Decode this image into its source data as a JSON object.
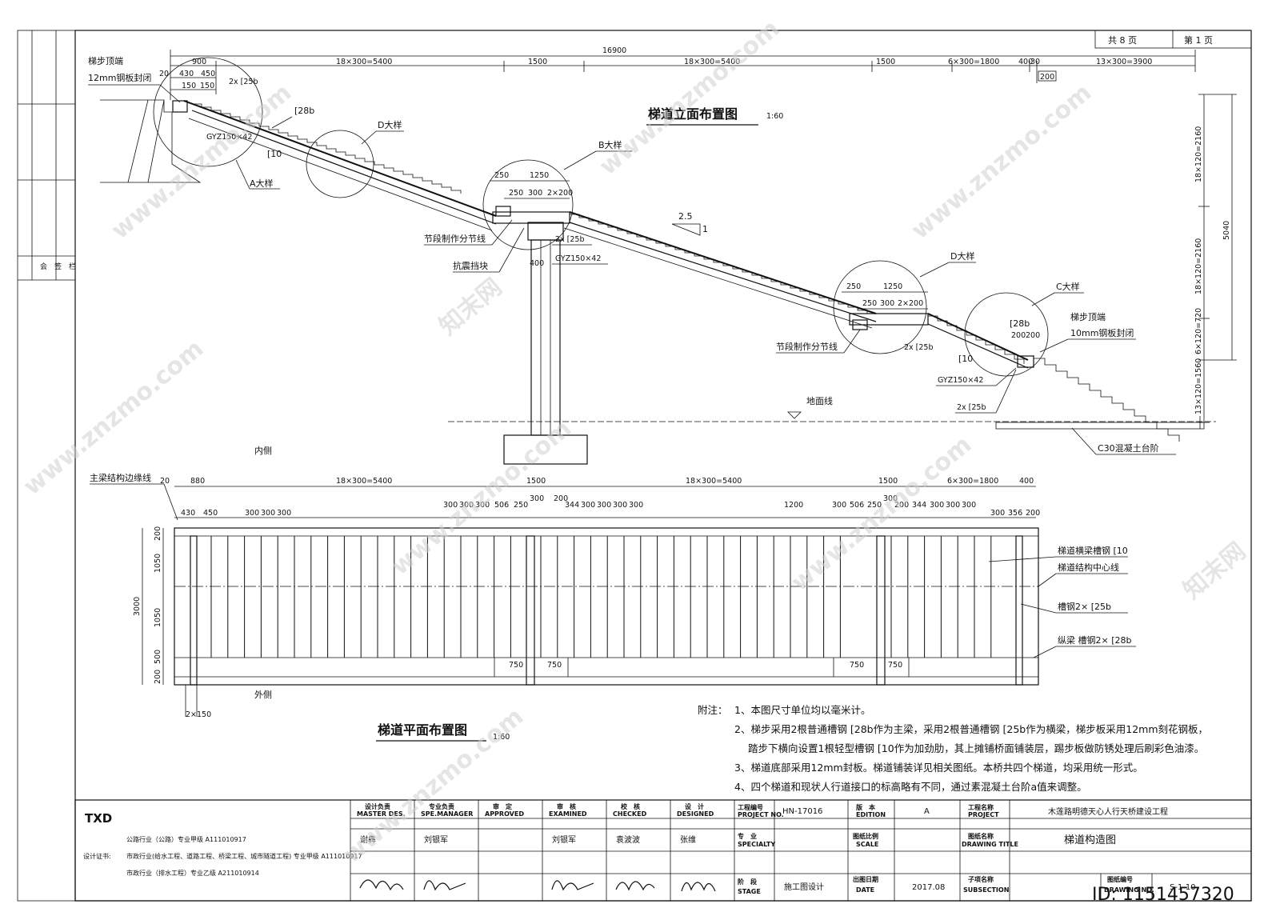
{
  "page": {
    "of_pages": "共 8 页",
    "page_no": "第 1 页"
  },
  "elevation": {
    "title": "梯道立面布置图",
    "scale": "1:60",
    "dim_total": "16900",
    "dim_top": [
      "900",
      "18×300=5400",
      "1500",
      "18×300=5400",
      "1500",
      "6×300=1800",
      "400",
      "30",
      "13×300=3900"
    ],
    "dim_small": [
      "20",
      "430",
      "450",
      "150",
      "150",
      "200"
    ],
    "left_top_note_1": "梯步顶端",
    "left_top_note_2": "12mm钢板封闭",
    "right_top_note_1": "梯步顶端",
    "right_top_note_2": "10mm钢板封闭",
    "ch_25b": "2x [25b",
    "ch_28b": "[28b",
    "ch_10": "[10",
    "bearing": "GYZ150×42",
    "detail_a": "A大样",
    "detail_b": "B大样",
    "detail_c": "C大样",
    "detail_d": "D大样",
    "joint": "节段制作分节线",
    "seismic": "抗震挡块",
    "b_dims": [
      "250",
      "1250",
      "250",
      "300",
      "2×200",
      "400"
    ],
    "d_dims": [
      "250",
      "1250",
      "250",
      "300",
      "2×200"
    ],
    "c_dims": [
      "200",
      "200"
    ],
    "slope_a": "2.5",
    "slope_b": "1",
    "ground": "地面线",
    "concrete": "C30混凝土台阶",
    "vdims": [
      "18×120=2160",
      "18×120=2160",
      "6×120=720",
      "5040",
      "13×120=1560"
    ]
  },
  "plan": {
    "title": "梯道平面布置图",
    "scale": "1:60",
    "inner": "内侧",
    "outer": "外侧",
    "edge_label": "主梁结构边缘线",
    "dims_row1": [
      "20",
      "880",
      "18×300=5400",
      "1500",
      "18×300=5400",
      "1500",
      "6×300=1800",
      "400"
    ],
    "dims_row2": [
      "430",
      "450",
      "300",
      "300",
      "300",
      "300",
      "300",
      "300",
      "506",
      "250",
      "300",
      "200",
      "344",
      "300",
      "300",
      "300",
      "300",
      "1200",
      "300",
      "506",
      "250",
      "300",
      "200",
      "344",
      "300",
      "300",
      "300",
      "300",
      "356",
      "200"
    ],
    "vdims": [
      "200",
      "1050",
      "1050",
      "500",
      "200",
      "3000"
    ],
    "bottom_dims": [
      "750",
      "750",
      "750",
      "750"
    ],
    "dim_2x150": "2×150",
    "callouts": [
      "梯道横梁槽钢 [10",
      "梯道结构中心线",
      "槽钢2× [25b",
      "纵梁 槽钢2× [28b"
    ]
  },
  "notes": {
    "head": "附注：",
    "lines": [
      "1、本图尺寸单位均以毫米计。",
      "2、梯步采用2根普通槽钢 [28b作为主梁，采用2根普通槽钢 [25b作为横梁，梯步板采用12mm刻花钢板，",
      "踏步下横向设置1根轻型槽钢 [10作为加劲肋，其上摊铺桥面铺装层，踢步板做防锈处理后刷彩色油漆。",
      "3、梯道底部采用12mm封板。梯道铺装详见相关图纸。本桥共四个梯道，均采用统一形式。",
      "4、四个梯道和现状人行道接口的标高略有不同，通过素混凝土台阶a值来调整。"
    ]
  },
  "title_block": {
    "logo": "TXD",
    "cert_label": "设计证书:",
    "cert_lines": [
      "公路行业（公路）专业甲级 A111010917",
      "市政行业(给水工程、道路工程、桥梁工程、城市隧道工程) 专业甲级 A111010917",
      "市政行业（排水工程）专业乙级 A211010914"
    ],
    "roles_cn": [
      "设计负责",
      "专业负责",
      "审　定",
      "审　核",
      "校　核",
      "设　计"
    ],
    "roles_en": [
      "MASTER DES.",
      "SPE.MANAGER",
      "APPROVED",
      "EXAMINED",
      "CHECKED",
      "DESIGNED"
    ],
    "names": [
      "谢犇",
      "刘银军",
      "",
      "刘银军",
      "袁波波",
      "张维"
    ],
    "project_no_label": "工程编号",
    "project_no_en": "PROJECT NO.",
    "project_no": "HN-17016",
    "edition_label": "版　本",
    "edition_en": "EDITION",
    "edition": "A",
    "project_label": "工程名称",
    "project_en": "PROJECT",
    "project": "木莲路明德天心人行天桥建设工程",
    "specialty_label": "专　业",
    "specialty_en": "SPECIALTY",
    "scale_label": "图纸比例",
    "scale_en": "SCALE",
    "drawing_label": "图纸名称",
    "drawing_en": "DRAWING TITLE",
    "drawing": "梯道构造图",
    "stage_label": "阶　段",
    "stage_en": "STAGE",
    "stage": "施工图设计",
    "date_label": "出图日期",
    "date_en": "DATE",
    "date": "2017.08",
    "subsection_label": "子项名称",
    "subsection_en": "SUBSECTION",
    "drawing_no_label": "图纸编号",
    "drawing_no_en": "DRAWING NO.",
    "drawing_no": "S-1-10"
  },
  "side_strip": "会　签　栏",
  "watermark": {
    "site": "www.znzmo.com",
    "brand": "知末网",
    "id": "ID: 1151457320"
  }
}
